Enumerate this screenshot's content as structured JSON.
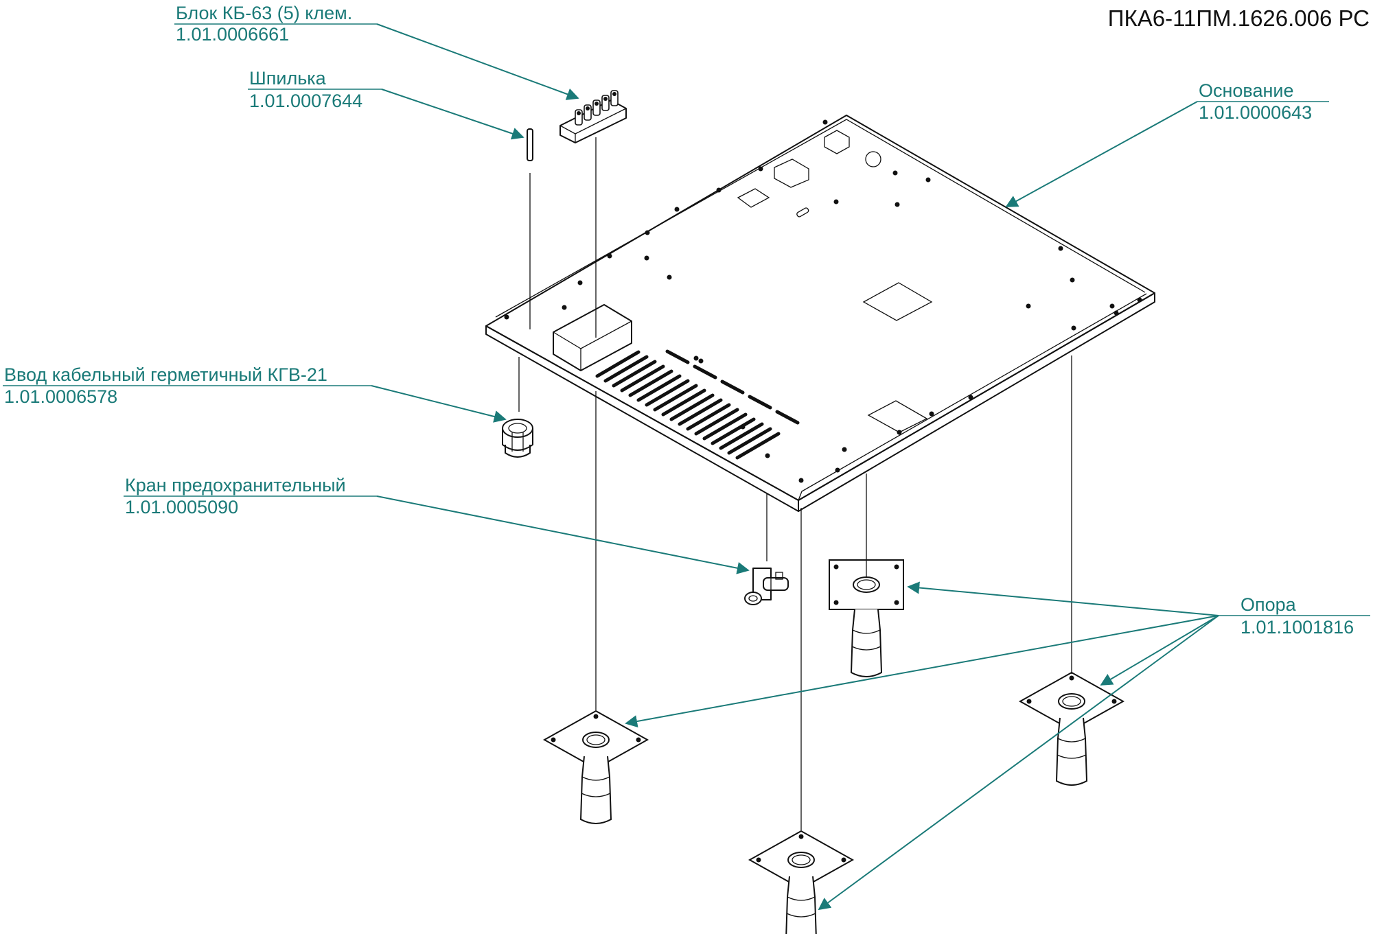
{
  "document": {
    "code": "ПКА6-11ПМ.1626.006 РС"
  },
  "colors": {
    "callout": "#1a7a78",
    "drawing": "#111111",
    "background": "#ffffff"
  },
  "callouts": [
    {
      "id": "terminal_block",
      "name": "Блок КБ-63 (5) клем.",
      "code": "1.01.0006661"
    },
    {
      "id": "stud",
      "name": "Шпилька",
      "code": "1.01.0007644"
    },
    {
      "id": "base",
      "name": "Основание",
      "code": "1.01.0000643"
    },
    {
      "id": "cable_gland",
      "name": "Ввод кабельный герметичный КГВ-21",
      "code": "1.01.0006578"
    },
    {
      "id": "safety_valve",
      "name": "Кран предохранительный",
      "code": "1.01.0005090"
    },
    {
      "id": "support",
      "name": "Опора",
      "code": "1.01.1001816"
    }
  ]
}
